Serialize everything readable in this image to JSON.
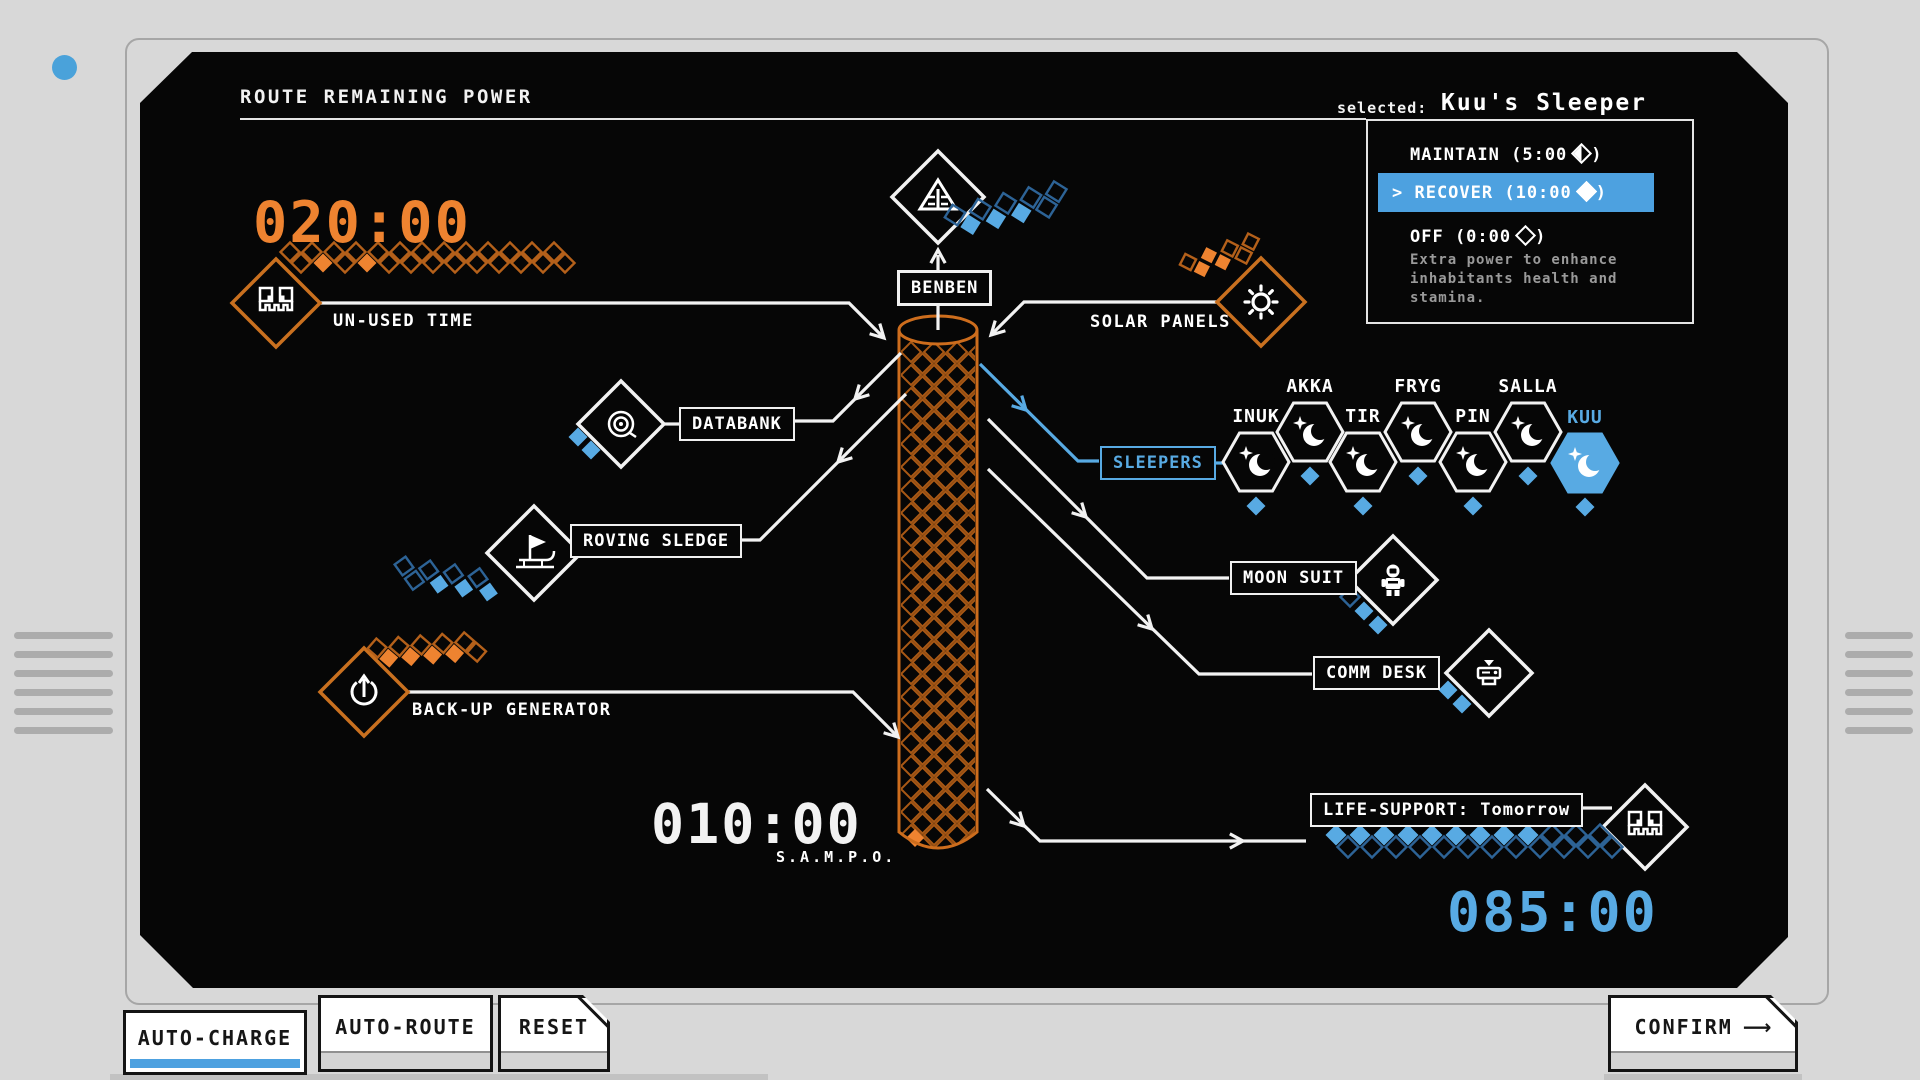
{
  "header": {
    "title": "ROUTE REMAINING POWER",
    "selected_label": "selected:",
    "selected_value": "Kuu's Sleeper"
  },
  "power_menu": {
    "options": [
      {
        "text": "MAINTAIN (5:00",
        "text_after": ")",
        "diamond": "half",
        "selected": false
      },
      {
        "text": "> RECOVER (10:00",
        "text_after": ")",
        "diamond": "filled",
        "selected": true
      },
      {
        "text": "OFF (0:00",
        "text_after": ")",
        "diamond": "empty",
        "selected": false
      }
    ],
    "description_lines": [
      "Extra power to enhance",
      "inhabitants health and",
      "stamina."
    ]
  },
  "timers": {
    "unused_time": "020:00",
    "sampo": "010:00",
    "life_support": "085:00"
  },
  "labels": {
    "unused_time": "UN-USED TIME",
    "databank": "DATABANK",
    "roving_sledge": "ROVING SLEDGE",
    "backup_generator": "BACK-UP GENERATOR",
    "benben": "BENBEN",
    "sampo": "S.A.M.P.O.",
    "solar_panels": "SOLAR PANELS",
    "sleepers": "SLEEPERS",
    "moon_suit": "MOON SUIT",
    "comm_desk": "COMM DESK",
    "life_support": "LIFE-SUPPORT: Tomorrow"
  },
  "sleepers": {
    "names": [
      "INUK",
      "AKKA",
      "TIR",
      "FRYG",
      "PIN",
      "SALLA",
      "KUU"
    ],
    "selected": "KUU"
  },
  "meters": {
    "unused_time": {
      "total": 26,
      "filled": [
        3,
        7
      ]
    },
    "benben": {
      "total": 9,
      "filled": [
        1,
        3,
        5
      ]
    },
    "solar_panels": {
      "total": 7,
      "filled": [
        1,
        2,
        3
      ]
    },
    "roving_sledge": {
      "total": 8,
      "filled": [
        3,
        5,
        7
      ]
    },
    "backup_generator": {
      "total": 10,
      "filled": [
        1,
        3,
        5,
        7
      ]
    },
    "life_support": {
      "total": 24,
      "filled": [
        0,
        2,
        4,
        6,
        8,
        10,
        12,
        14,
        16
      ]
    },
    "databank": {
      "total": 2,
      "filled": [
        0,
        1
      ]
    },
    "moon_suit": {
      "total": 3,
      "filled": [
        1,
        2
      ]
    },
    "comm_desk": {
      "total": 2,
      "filled": [
        0,
        1
      ]
    }
  },
  "icons": {
    "unused_time": "skull-icon",
    "databank": "disc-icon",
    "roving_sledge": "sledge-icon",
    "backup_generator": "power-icon",
    "benben": "pyramid-icon",
    "solar_panels": "sun-icon",
    "sleeper": "moon-icon",
    "moon_suit": "astronaut-icon",
    "comm_desk": "printer-icon",
    "life_support": "skull-icon"
  },
  "buttons": {
    "auto_charge": {
      "label": "AUTO-CHARGE",
      "selected": true
    },
    "auto_route": {
      "label": "AUTO-ROUTE",
      "selected": false
    },
    "reset": {
      "label": "RESET",
      "selected": false
    },
    "confirm": {
      "label": "CONFIRM",
      "arrow": "⟶",
      "selected": false
    }
  },
  "colors": {
    "orange": "#ee8330",
    "orange_dim": "#b4601a",
    "orange_node": "#c9701f",
    "blue": "#58aae3",
    "blue_dim": "#2d6396",
    "highlight_blue": "#4da1e0",
    "white_line": "#f2f2f2"
  }
}
